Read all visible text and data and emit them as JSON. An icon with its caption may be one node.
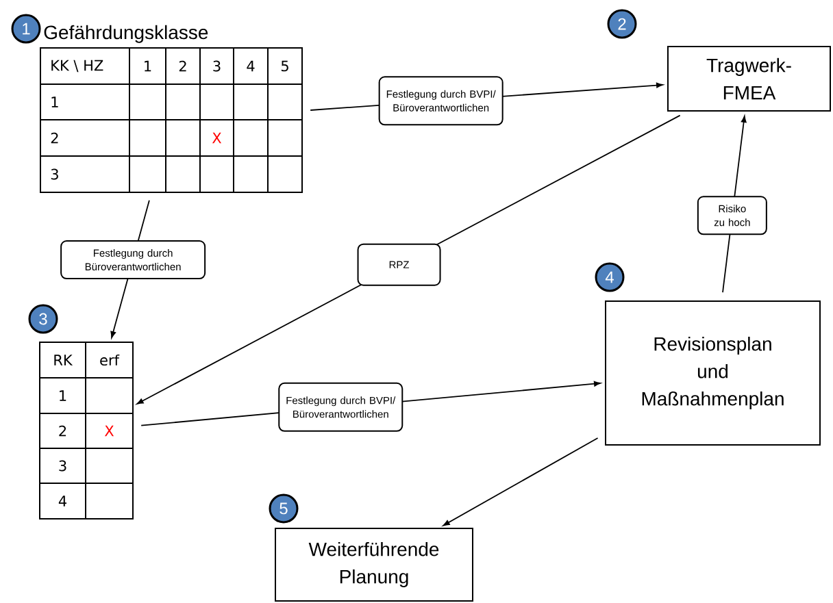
{
  "diagram": {
    "nodes": [
      {
        "text": [
          "1"
        ]
      },
      {
        "text": [
          "Gefährdungsklasse",
          "KK \\ HZ",
          "1",
          "2",
          "3",
          "4",
          "5",
          "1",
          "2",
          "X",
          "3"
        ]
      },
      {
        "text": [
          "2"
        ]
      },
      {
        "text": [
          "Tragwerk- FMEA"
        ]
      },
      {
        "text": [
          "4"
        ]
      },
      {
        "text": [
          "Revisionsplan und Maßnahmenplan"
        ]
      },
      {
        "text": [
          "3"
        ]
      },
      {
        "text": [
          "RK",
          "erf",
          "1",
          "2",
          "X",
          "3",
          "4"
        ]
      },
      {
        "text": [
          "5"
        ]
      },
      {
        "text": [
          "Weiterführende Planung"
        ]
      }
    ],
    "edges": [
      {
        "from": 1,
        "to": 3,
        "arrow": "to",
        "label": "Festlegung durch BVPI/ Büroverantwortlichen"
      },
      {
        "from": 1,
        "to": 7,
        "arrow": "to",
        "label": "Festlegung durch Büroverantwortlichen"
      },
      {
        "from": 3,
        "to": 7,
        "arrow": "to",
        "label": "RPZ"
      },
      {
        "from": 7,
        "to": 5,
        "arrow": "to",
        "label": "Festlegung durch BVPI/ Büroverantwortlichen"
      },
      {
        "from": 5,
        "to": 3,
        "arrow": "to",
        "label": "Risiko zu hoch"
      },
      {
        "from": 5,
        "to": 9,
        "arrow": "to"
      }
    ]
  }
}
